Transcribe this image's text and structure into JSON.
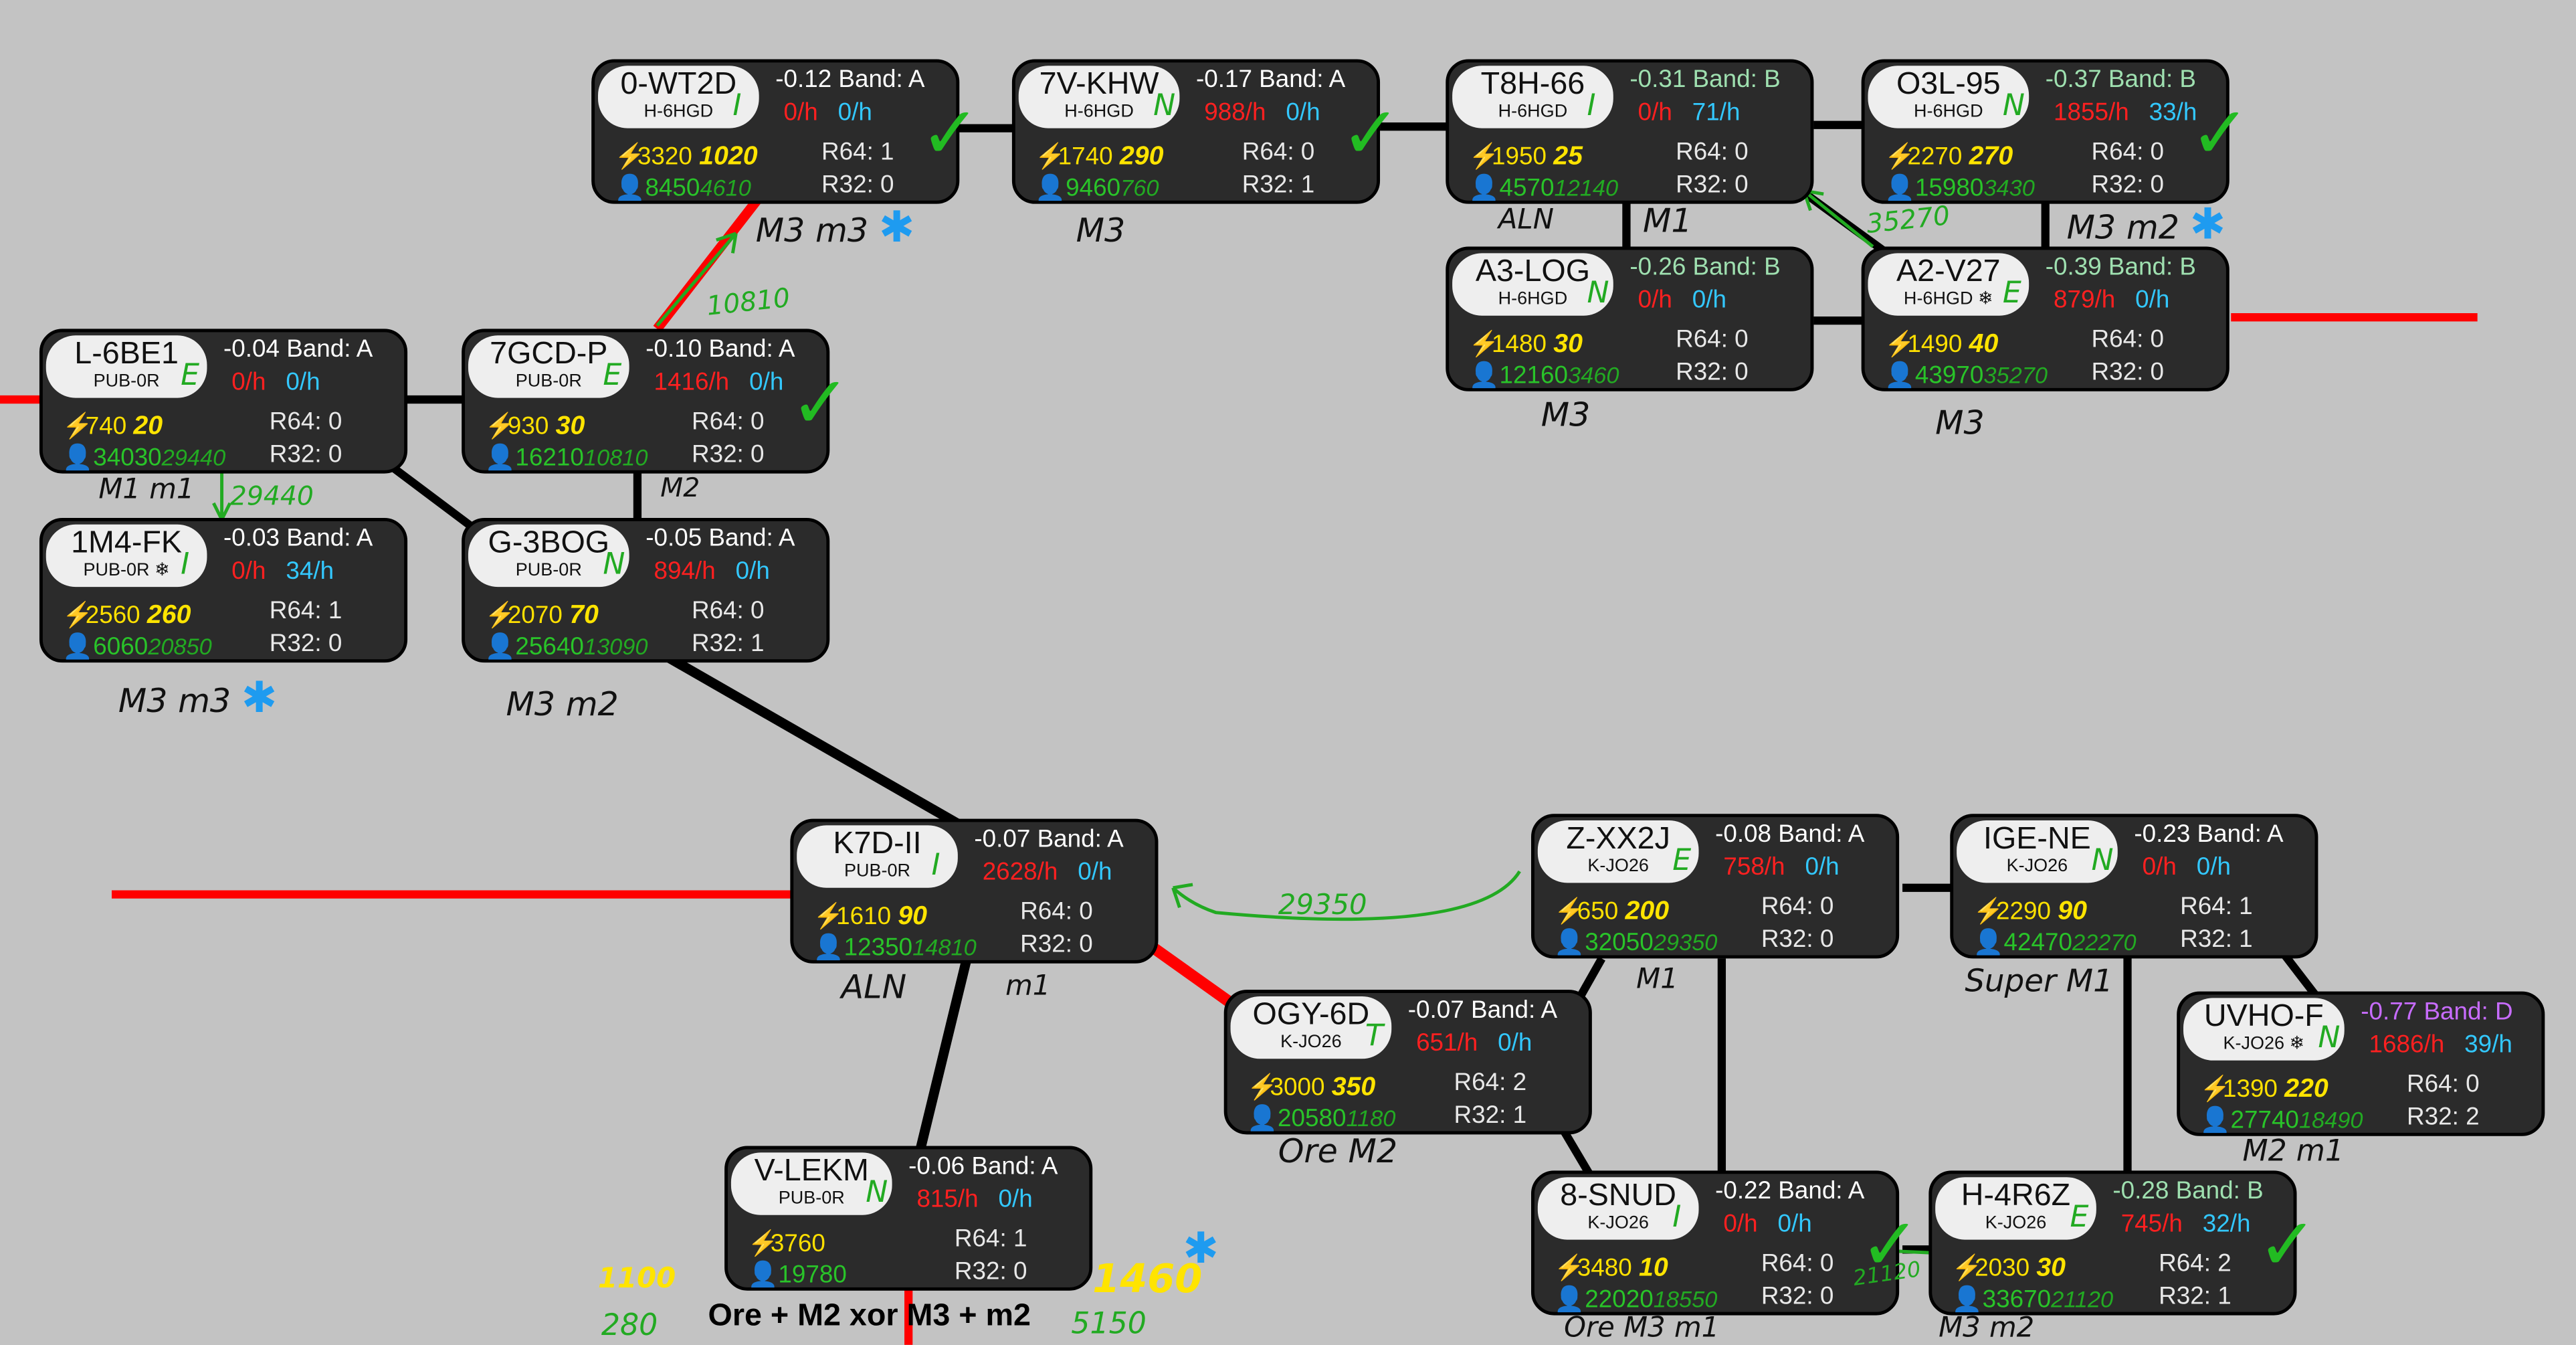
{
  "nodes": [
    {
      "name": "0-WT2D",
      "sub": "H-6HGD",
      "sec": "-0.12 Band: A",
      "r1": "0/h",
      "r2": "0/h",
      "r64": "R64: 1",
      "r32": "R32: 0",
      "power": "3320",
      "pop": "8450",
      "tag": "I",
      "hw_power": "1020",
      "hw_pop": "4610",
      "check": true
    },
    {
      "name": "7V-KHW",
      "sub": "H-6HGD",
      "sec": "-0.17 Band: A",
      "r1": "988/h",
      "r2": "0/h",
      "r64": "R64: 0",
      "r32": "R32: 1",
      "power": "1740",
      "pop": "9460",
      "tag": "N",
      "hw_power": "290",
      "hw_pop": "760",
      "check": true
    },
    {
      "name": "T8H-66",
      "sub": "H-6HGD",
      "sec": "-0.31 Band: B",
      "r1": "0/h",
      "r2": "71/h",
      "r64": "R64: 0",
      "r32": "R32: 0",
      "power": "1950",
      "pop": "4570",
      "tag": "I",
      "hw_power": "25",
      "hw_pop": "12140",
      "check": false
    },
    {
      "name": "O3L-95",
      "sub": "H-6HGD",
      "sec": "-0.37 Band: B",
      "r1": "1855/h",
      "r2": "33/h",
      "r64": "R64: 0",
      "r32": "R32: 0",
      "power": "2270",
      "pop": "15980",
      "tag": "N",
      "hw_power": "270",
      "hw_pop": "3430",
      "check": true
    },
    {
      "name": "A3-LOG",
      "sub": "H-6HGD",
      "sec": "-0.26 Band: B",
      "r1": "0/h",
      "r2": "0/h",
      "r64": "R64: 0",
      "r32": "R32: 0",
      "power": "1480",
      "pop": "12160",
      "tag": "N",
      "hw_power": "30",
      "hw_pop": "3460",
      "check": false
    },
    {
      "name": "A2-V27",
      "sub": "H-6HGD ❄",
      "sec": "-0.39 Band: B",
      "r1": "879/h",
      "r2": "0/h",
      "r64": "R64: 0",
      "r32": "R32: 0",
      "power": "1490",
      "pop": "43970",
      "tag": "E",
      "hw_power": "40",
      "hw_pop": "35270",
      "check": false
    },
    {
      "name": "L-6BE1",
      "sub": "PUB-0R",
      "sec": "-0.04 Band: A",
      "r1": "0/h",
      "r2": "0/h",
      "r64": "R64: 0",
      "r32": "R32: 0",
      "power": "740",
      "pop": "34030",
      "tag": "E",
      "hw_power": "20",
      "hw_pop": "29440",
      "check": false
    },
    {
      "name": "7GCD-P",
      "sub": "PUB-0R",
      "sec": "-0.10 Band: A",
      "r1": "1416/h",
      "r2": "0/h",
      "r64": "R64: 0",
      "r32": "R32: 0",
      "power": "930",
      "pop": "16210",
      "tag": "E",
      "hw_power": "30",
      "hw_pop": "10810",
      "check": true
    },
    {
      "name": "1M4-FK",
      "sub": "PUB-0R ❄",
      "sec": "-0.03 Band: A",
      "r1": "0/h",
      "r2": "34/h",
      "r64": "R64: 1",
      "r32": "R32: 0",
      "power": "2560",
      "pop": "6060",
      "tag": "I",
      "hw_power": "260",
      "hw_pop": "20850",
      "check": false
    },
    {
      "name": "G-3BOG",
      "sub": "PUB-0R",
      "sec": "-0.05 Band: A",
      "r1": "894/h",
      "r2": "0/h",
      "r64": "R64: 0",
      "r32": "R32: 1",
      "power": "2070",
      "pop": "25640",
      "tag": "N",
      "hw_power": "70",
      "hw_pop": "13090",
      "check": false
    },
    {
      "name": "K7D-II",
      "sub": "PUB-0R",
      "sec": "-0.07 Band: A",
      "r1": "2628/h",
      "r2": "0/h",
      "r64": "R64: 0",
      "r32": "R32: 0",
      "power": "1610",
      "pop": "12350",
      "tag": "I",
      "hw_power": "90",
      "hw_pop": "14810",
      "check": false
    },
    {
      "name": "V-LEKM",
      "sub": "PUB-0R",
      "sec": "-0.06 Band: A",
      "r1": "815/h",
      "r2": "0/h",
      "r64": "R64: 1",
      "r32": "R32: 0",
      "power": "3760",
      "pop": "19780",
      "tag": "N",
      "hw_power": "",
      "hw_pop": "",
      "check": false
    },
    {
      "name": "Z-XX2J",
      "sub": "K-JO26",
      "sec": "-0.08 Band: A",
      "r1": "758/h",
      "r2": "0/h",
      "r64": "R64: 0",
      "r32": "R32: 0",
      "power": "650",
      "pop": "32050",
      "tag": "E",
      "hw_power": "200",
      "hw_pop": "29350",
      "check": false
    },
    {
      "name": "IGE-NE",
      "sub": "K-JO26",
      "sec": "-0.23 Band: A",
      "r1": "0/h",
      "r2": "0/h",
      "r64": "R64: 1",
      "r32": "R32: 1",
      "power": "2290",
      "pop": "42470",
      "tag": "N",
      "hw_power": "90",
      "hw_pop": "22270",
      "check": false
    },
    {
      "name": "OGY-6D",
      "sub": "K-JO26",
      "sec": "-0.07 Band: A",
      "r1": "651/h",
      "r2": "0/h",
      "r64": "R64: 2",
      "r32": "R32: 1",
      "power": "3000",
      "pop": "20580",
      "tag": "T",
      "hw_power": "350",
      "hw_pop": "1180",
      "check": false
    },
    {
      "name": "UVHO-F",
      "sub": "K-JO26 ❄",
      "sec": "-0.77 Band: D",
      "r1": "1686/h",
      "r2": "39/h",
      "r64": "R64: 0",
      "r32": "R32: 2",
      "power": "1390",
      "pop": "27740",
      "tag": "N",
      "hw_power": "220",
      "hw_pop": "18490",
      "check": false
    },
    {
      "name": "8-SNUD",
      "sub": "K-JO26",
      "sec": "-0.22 Band: A",
      "r1": "0/h",
      "r2": "0/h",
      "r64": "R64: 0",
      "r32": "R32: 0",
      "power": "3480",
      "pop": "22020",
      "tag": "I",
      "hw_power": "10",
      "hw_pop": "18550",
      "check": true
    },
    {
      "name": "H-4R6Z",
      "sub": "K-JO26",
      "sec": "-0.28 Band: B",
      "r1": "745/h",
      "r2": "32/h",
      "r64": "R64: 2",
      "r32": "R32: 1",
      "power": "2030",
      "pop": "33670",
      "tag": "E",
      "hw_power": "30",
      "hw_pop": "21120",
      "check": true
    }
  ],
  "labels": [
    {
      "text": "M3 m3",
      "star": true
    },
    {
      "text": "M3",
      "star": false
    },
    {
      "text": "ALN",
      "star": false
    },
    {
      "text": "M1",
      "star": false
    },
    {
      "text": "M3 m2",
      "star": true
    },
    {
      "text": "M3",
      "star": false
    },
    {
      "text": "M3",
      "star": false
    },
    {
      "text": "M1 m1",
      "star": false
    },
    {
      "text": "M2",
      "star": false
    },
    {
      "text": "M3 m3",
      "star": true
    },
    {
      "text": "M3 m2",
      "star": false
    },
    {
      "text": "ALN",
      "star": false
    },
    {
      "text": "m1",
      "star": false
    },
    {
      "text": "M1",
      "star": false
    },
    {
      "text": "Super M1",
      "star": false
    },
    {
      "text": "Ore M2",
      "star": false
    },
    {
      "text": "M2 m1",
      "star": false
    },
    {
      "text": "Ore M3 m1",
      "star": false
    },
    {
      "text": "M3 m2",
      "star": false
    }
  ],
  "notes": {
    "n10810": "10810",
    "n29440": "29440",
    "n35270": "35270",
    "n29350": "29350",
    "n21120": "21120",
    "y1100": "1100",
    "g280": "280",
    "y1460": "1460",
    "g5150": "5150"
  },
  "bottom_text": "Ore + M2 xor M3 + m2",
  "colors": {
    "background": "#c3c3c3",
    "panel": "#2b2b2b",
    "red_link": "#ff0000",
    "power": "#ffe000",
    "pop": "#29c429",
    "rate_out": "#ff2020",
    "rate_in": "#33c8ff",
    "band_d": "#c86cff"
  }
}
